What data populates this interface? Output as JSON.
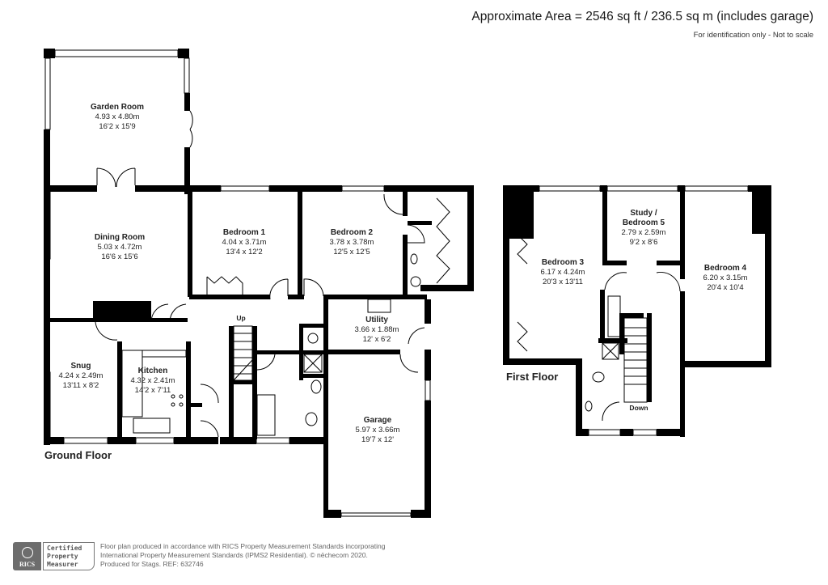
{
  "header": {
    "area": "Approximate Area = 2546 sq ft / 236.5 sq m (includes garage)",
    "note": "For identification only - Not to scale"
  },
  "floors": {
    "ground": {
      "title": "Ground Floor",
      "rooms": [
        {
          "name": "Garden Room",
          "metric": "4.93 x 4.80m",
          "imperial": "16'2 x 15'9"
        },
        {
          "name": "Dining Room",
          "metric": "5.03 x 4.72m",
          "imperial": "16'6 x 15'6"
        },
        {
          "name": "Bedroom 1",
          "metric": "4.04 x 3.71m",
          "imperial": "13'4 x 12'2"
        },
        {
          "name": "Bedroom 2",
          "metric": "3.78 x 3.78m",
          "imperial": "12'5 x 12'5"
        },
        {
          "name": "Snug",
          "metric": "4.24 x 2.49m",
          "imperial": "13'11 x 8'2"
        },
        {
          "name": "Kitchen",
          "metric": "4.32 x 2.41m",
          "imperial": "14'2 x 7'11"
        },
        {
          "name": "Utility",
          "metric": "3.66 x 1.88m",
          "imperial": "12' x 6'2"
        },
        {
          "name": "Garage",
          "metric": "5.97 x 3.66m",
          "imperial": "19'7 x 12'"
        }
      ],
      "stairs": "Up"
    },
    "first": {
      "title": "First Floor",
      "rooms": [
        {
          "name": "Bedroom 3",
          "metric": "6.17 x 4.24m",
          "imperial": "20'3 x 13'11"
        },
        {
          "name": "Study /",
          "name2": "Bedroom 5",
          "metric": "2.79 x 2.59m",
          "imperial": "9'2 x 8'6"
        },
        {
          "name": "Bedroom 4",
          "metric": "6.20 x 3.15m",
          "imperial": "20'4 x 10'4"
        }
      ],
      "stairs": "Down"
    }
  },
  "footer": {
    "rics": "RICS",
    "certified": [
      "Certified",
      "Property",
      "Measurer"
    ],
    "line1": "Floor plan produced in accordance with RICS Property Measurement Standards incorporating",
    "line2": "International Property Measurement Standards (IPMS2 Residential).   © nëchecom 2020.",
    "line3": "Produced for Stags.   REF: 632746"
  }
}
